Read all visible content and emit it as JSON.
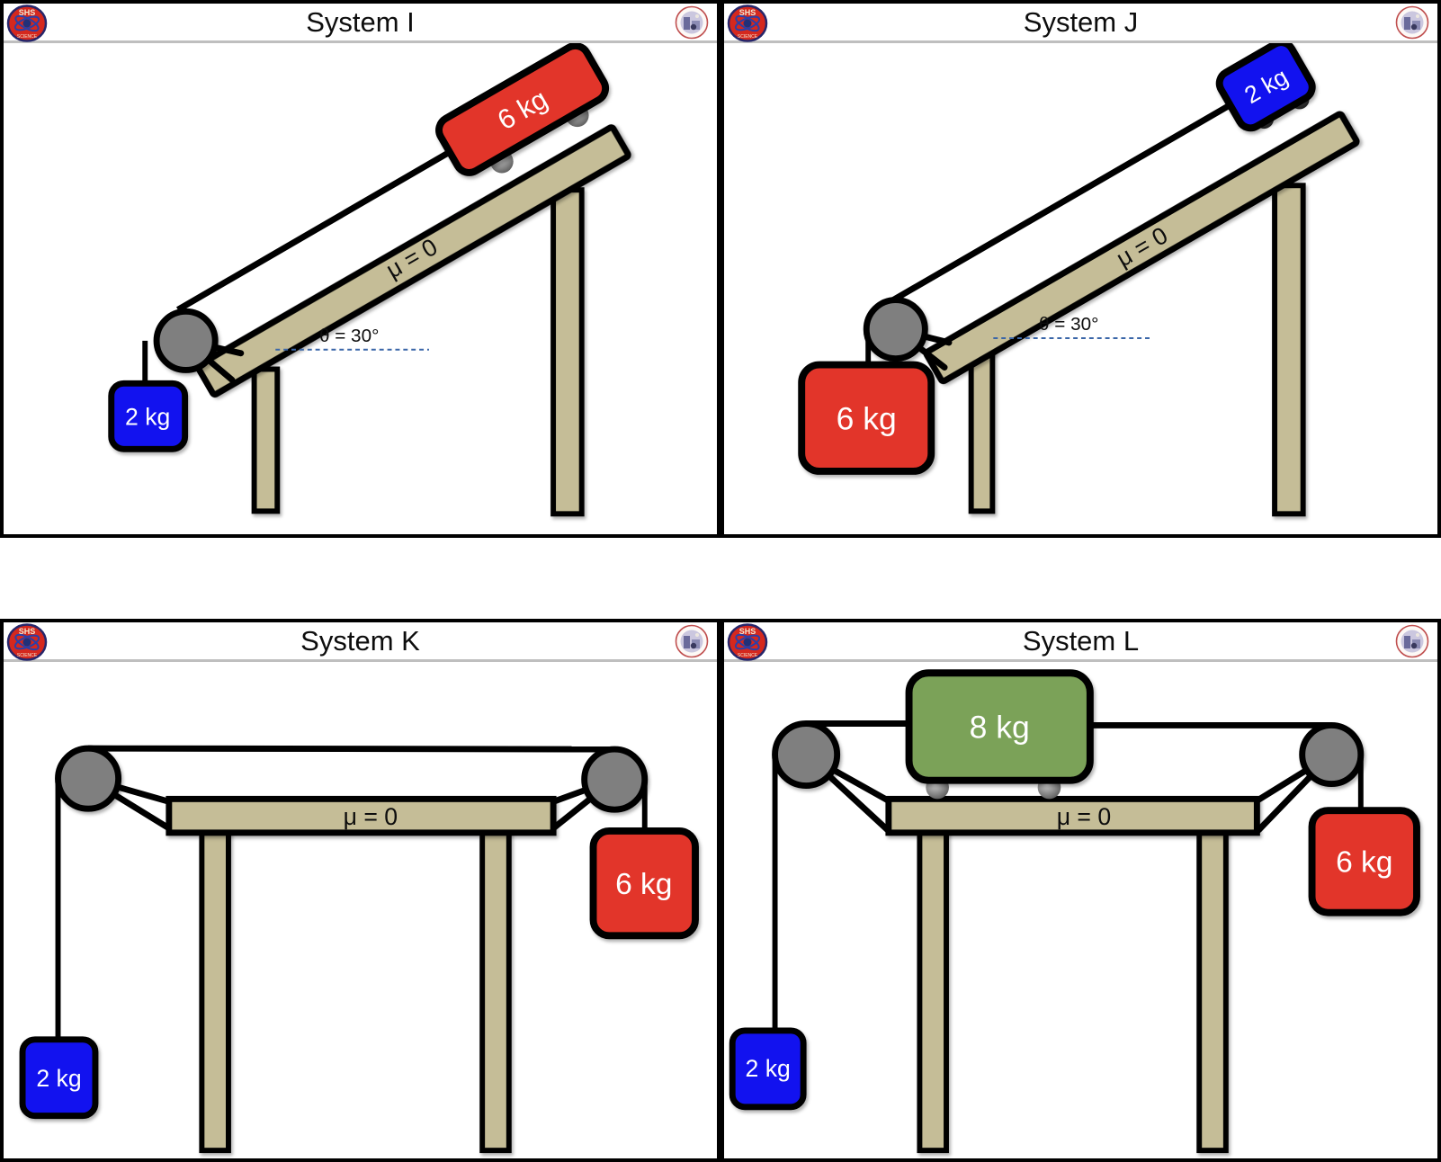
{
  "logos": {
    "shs_line1": "SHS",
    "shs_line2": "SCIENCE"
  },
  "colors": {
    "red_block": "#E2352A",
    "blue_block": "#1212EF",
    "green_block": "#7BA258",
    "surface_tan": "#C5BD97",
    "pulley_gray": "#7F7F7F",
    "dashed_line_blue": "#3A66A8",
    "header_rule_gray": "#BFBFBF"
  },
  "panels": [
    {
      "id": "I",
      "title": "System I",
      "mu_label": "μ = 0",
      "angle_label": "θ = 30°",
      "angle_deg": 30,
      "incline_block": {
        "label": "6 kg",
        "mass_kg": 6,
        "color_name": "red"
      },
      "hanging_block": {
        "label": "2 kg",
        "mass_kg": 2,
        "color_name": "blue"
      }
    },
    {
      "id": "J",
      "title": "System J",
      "mu_label": "μ = 0",
      "angle_label": "θ = 30°",
      "angle_deg": 30,
      "incline_block": {
        "label": "2 kg",
        "mass_kg": 2,
        "color_name": "blue"
      },
      "hanging_block": {
        "label": "6 kg",
        "mass_kg": 6,
        "color_name": "red"
      }
    },
    {
      "id": "K",
      "title": "System K",
      "mu_label": "μ = 0",
      "hanging_left": {
        "label": "2 kg",
        "mass_kg": 2,
        "color_name": "blue"
      },
      "hanging_right": {
        "label": "6 kg",
        "mass_kg": 6,
        "color_name": "red"
      }
    },
    {
      "id": "L",
      "title": "System L",
      "mu_label": "μ = 0",
      "table_block": {
        "label": "8 kg",
        "mass_kg": 8,
        "color_name": "green"
      },
      "hanging_left": {
        "label": "2 kg",
        "mass_kg": 2,
        "color_name": "blue"
      },
      "hanging_right": {
        "label": "6 kg",
        "mass_kg": 6,
        "color_name": "red"
      }
    }
  ]
}
